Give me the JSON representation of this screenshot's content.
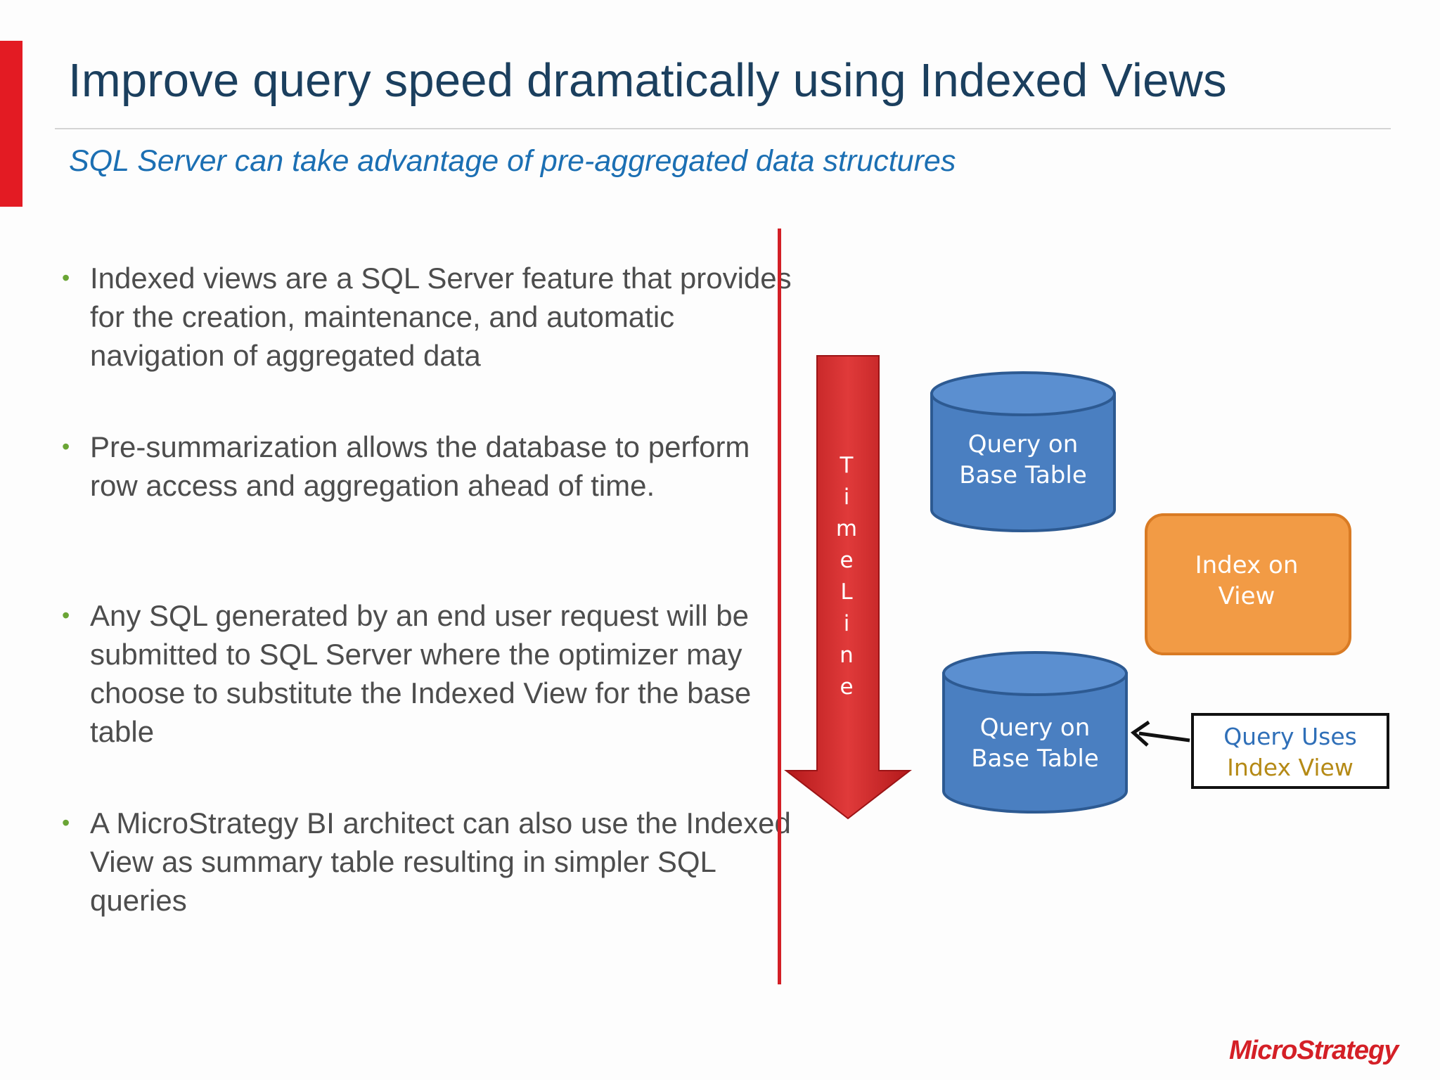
{
  "slide": {
    "title": "Improve query speed dramatically using Indexed Views",
    "subtitle": "SQL Server can take advantage of pre-aggregated data structures"
  },
  "bullets": [
    {
      "text": "Indexed views are a  SQL Server feature that provides for the creation, maintenance, and automatic navigation of aggregated data"
    },
    {
      "text": "Pre-summarization allows the database to perform row access and aggregation ahead of time."
    },
    {
      "text": "Any SQL generated by an end user request will be submitted to SQL Server where the optimizer may choose to substitute the Indexed View for the base table"
    },
    {
      "text": "A MicroStrategy BI architect can also use the Indexed View as summary table resulting in simpler SQL queries"
    }
  ],
  "bullet_glyph": "•",
  "diagram": {
    "timeline_letters": [
      "T",
      "i",
      "m",
      "e",
      "L",
      "i",
      "n",
      "e"
    ],
    "cylinder_top": {
      "line1": "Query on",
      "line2": "Base Table"
    },
    "orange_box": {
      "line1": "Index on",
      "line2": "View"
    },
    "cylinder_bottom": {
      "line1": "Query on",
      "line2": "Base Table"
    },
    "callout": {
      "line1": "Query Uses",
      "line2": "Index View"
    }
  },
  "logo": {
    "text": "MicroStrategy"
  },
  "colors": {
    "accent_red": "#e31b23",
    "title_navy": "#1b3f5e",
    "subtitle_blue": "#1b6fb3",
    "bullet_green": "#6aa535",
    "cylinder_blue": "#4a7fc1",
    "orange": "#f29b45",
    "callout_gold": "#b58a16"
  }
}
